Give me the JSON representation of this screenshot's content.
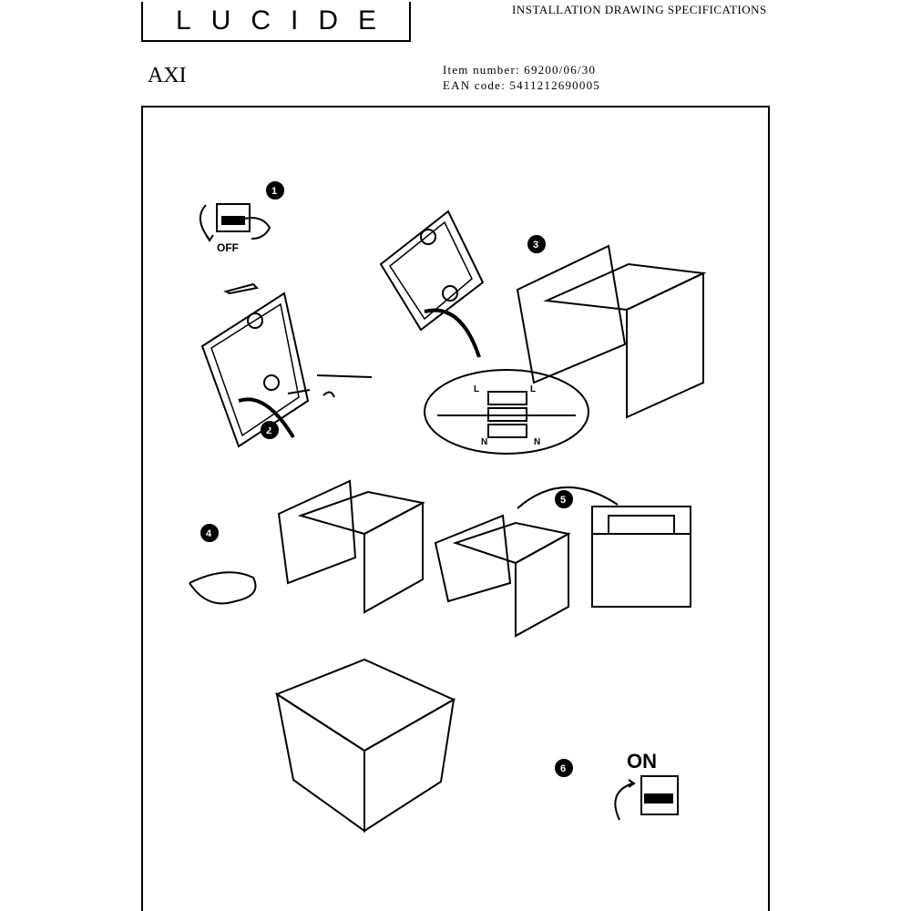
{
  "header": {
    "logo": "LUCIDE",
    "title": "INSTALLATION DRAWING SPECIFICATIONS"
  },
  "product": {
    "name": "AXI",
    "item_number": "Item number: 69200/06/30",
    "ean_code": "EAN code: 5411212690005"
  },
  "drawing": {
    "steps": [
      "1",
      "2",
      "3",
      "4",
      "5",
      "6"
    ],
    "off_label": "OFF",
    "on_label": "ON",
    "wire_labels": {
      "l_left": "L",
      "l_right": "L",
      "n_left": "N",
      "n_right": "N"
    }
  }
}
